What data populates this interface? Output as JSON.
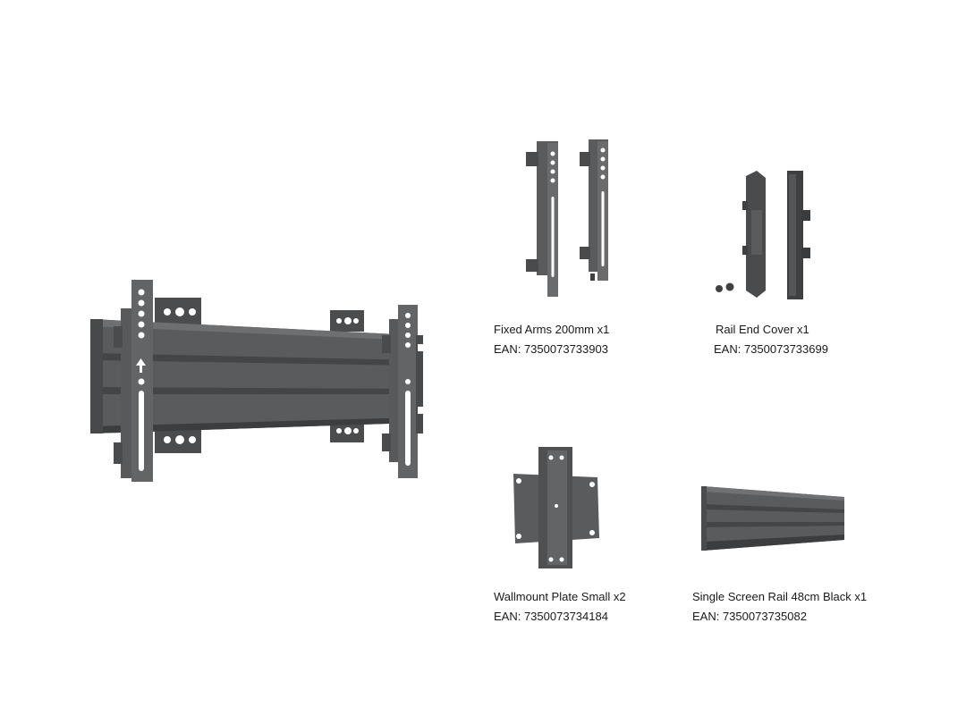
{
  "products": [
    {
      "name": "Fixed Arms 200mm x1",
      "ean": "EAN: 7350073733903"
    },
    {
      "name": "Rail End Cover x1",
      "ean": "EAN: 7350073733699"
    },
    {
      "name": "Wallmount Plate Small x2",
      "ean": "EAN: 7350073734184"
    },
    {
      "name": "Single Screen Rail 48cm Black x1",
      "ean": "EAN: 7350073735082"
    }
  ],
  "colors": {
    "metal": "#58595b",
    "metal_dark": "#3f4042",
    "metal_light": "#7a7b7d",
    "text": "#1a1a1a",
    "background": "#ffffff"
  }
}
